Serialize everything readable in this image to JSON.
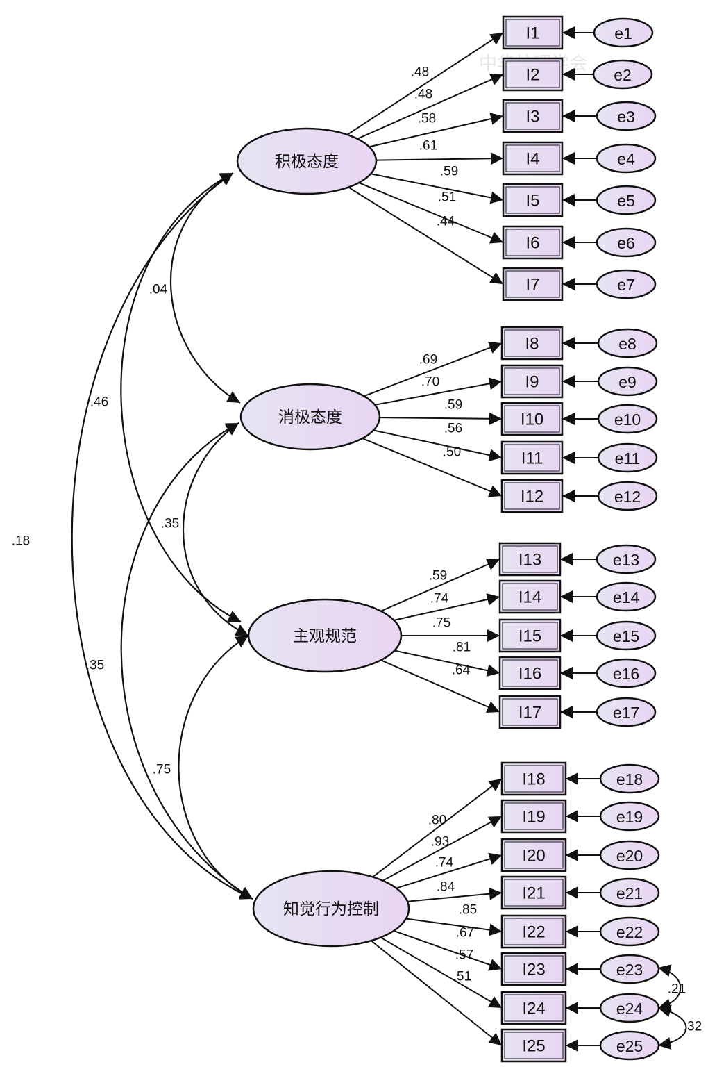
{
  "watermark": "中华护理学会",
  "latents": [
    {
      "name": "积极态度"
    },
    {
      "name": "消极态度"
    },
    {
      "name": "主观规范"
    },
    {
      "name": "知觉行为控制"
    }
  ],
  "loadings": [
    {
      "factor": 0,
      "indicators": [
        {
          "item": "I1",
          "error": "e1",
          "value": ".48"
        },
        {
          "item": "I2",
          "error": "e2",
          "value": ".48"
        },
        {
          "item": "I3",
          "error": "e3",
          "value": ".58"
        },
        {
          "item": "I4",
          "error": "e4",
          "value": ".61"
        },
        {
          "item": "I5",
          "error": "e5",
          "value": ".59"
        },
        {
          "item": "I6",
          "error": "e6",
          "value": ".51"
        },
        {
          "item": "I7",
          "error": "e7",
          "value": ".44"
        }
      ]
    },
    {
      "factor": 1,
      "indicators": [
        {
          "item": "I8",
          "error": "e8",
          "value": ".69"
        },
        {
          "item": "I9",
          "error": "e9",
          "value": ".70"
        },
        {
          "item": "I10",
          "error": "e10",
          "value": ".59"
        },
        {
          "item": "I11",
          "error": "e11",
          "value": ".56"
        },
        {
          "item": "I12",
          "error": "e12",
          "value": ".50"
        }
      ]
    },
    {
      "factor": 2,
      "indicators": [
        {
          "item": "I13",
          "error": "e13",
          "value": ".59"
        },
        {
          "item": "I14",
          "error": "e14",
          "value": ".74"
        },
        {
          "item": "I15",
          "error": "e15",
          "value": ".75"
        },
        {
          "item": "I16",
          "error": "e16",
          "value": ".81"
        },
        {
          "item": "I17",
          "error": "e17",
          "value": ".64"
        }
      ]
    },
    {
      "factor": 3,
      "indicators": [
        {
          "item": "I18",
          "error": "e18",
          "value": ".80"
        },
        {
          "item": "I19",
          "error": "e19",
          "value": ".93"
        },
        {
          "item": "I20",
          "error": "e20",
          "value": ".74"
        },
        {
          "item": "I21",
          "error": "e21",
          "value": ".84"
        },
        {
          "item": "I22",
          "error": "e22",
          "value": ".85"
        },
        {
          "item": "I23",
          "error": "e23",
          "value": ".67"
        },
        {
          "item": "I24",
          "error": "e24",
          "value": ".57"
        },
        {
          "item": "I25",
          "error": "e25",
          "value": ".51"
        }
      ]
    }
  ],
  "factor_correlations": [
    {
      "from": 0,
      "to": 1,
      "value": ".04"
    },
    {
      "from": 0,
      "to": 2,
      "value": ".46"
    },
    {
      "from": 0,
      "to": 3,
      "value": ".18"
    },
    {
      "from": 1,
      "to": 2,
      "value": ".35"
    },
    {
      "from": 1,
      "to": 3,
      "value": ".35"
    },
    {
      "from": 2,
      "to": 3,
      "value": ".75"
    }
  ],
  "error_covariances": [
    {
      "from": "e23",
      "to": "e24",
      "value": ".21"
    },
    {
      "from": "e24",
      "to": "e25",
      "value": ".32"
    }
  ],
  "colors": {
    "node_fill_start": "#e6e4f2",
    "node_fill_end": "#e8d5f3",
    "stroke": "#111111",
    "background": "#ffffff"
  }
}
